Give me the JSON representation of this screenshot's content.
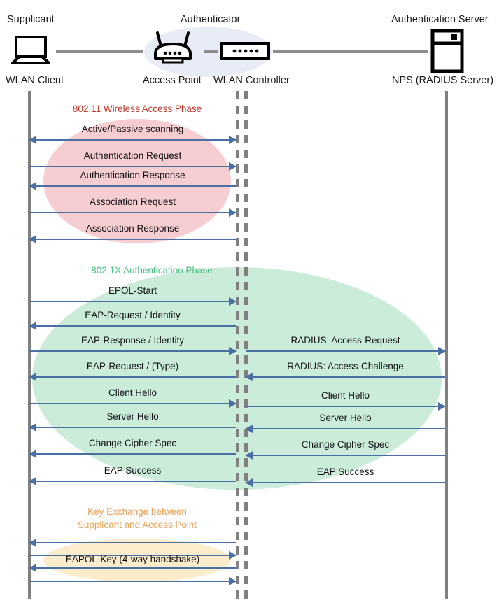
{
  "diagram": {
    "title": "802.1X / WPA2-Enterprise WLAN authentication sequence",
    "colors": {
      "arrow": "#4a6fa5",
      "lifeline": "#808080",
      "phase1_fill": "#f6ced2",
      "phase2_fill": "#caecd9",
      "phase3_fill": "#fbeccb",
      "phase1_label": "#c0392b",
      "phase2_label": "#45c07f",
      "phase3_label": "#e8a255",
      "authenticator_blob": "#e8ecf7"
    }
  },
  "actors": [
    {
      "role": "Supplicant",
      "device": "WLAN Client",
      "icon": "laptop-icon"
    },
    {
      "role": "Authenticator",
      "device": "Access Point",
      "icon": "wireless-router-icon"
    },
    {
      "role": "",
      "device": "WLAN Controller",
      "icon": "wlan-controller-icon"
    },
    {
      "role": "Authentication Server",
      "device": "NPS (RADIUS Server)",
      "icon": "server-tower-icon"
    }
  ],
  "phases": [
    {
      "id": "phase-80211",
      "label": "802.11 Wireless Access Phase",
      "messages": [
        {
          "text": "Active/Passive scanning",
          "dir": "both",
          "side": "left"
        },
        {
          "text": "Authentication Request",
          "dir": "right",
          "side": "left"
        },
        {
          "text": "Authentication Response",
          "dir": "left",
          "side": "left"
        },
        {
          "text": "Association Request",
          "dir": "right",
          "side": "left"
        },
        {
          "text": "Association Response",
          "dir": "left",
          "side": "left"
        }
      ]
    },
    {
      "id": "phase-8021x",
      "label": "802.1X Authentication Phase",
      "messages": [
        {
          "text": "EPOL-Start",
          "dir": "right",
          "side": "left"
        },
        {
          "text": "EAP-Request / Identity",
          "dir": "left",
          "side": "left"
        },
        {
          "text": "EAP-Response / Identity",
          "dir": "right",
          "side": "left"
        },
        {
          "text": "EAP-Request / (Type)",
          "dir": "left",
          "side": "left"
        },
        {
          "text": "Client Hello",
          "dir": "right",
          "side": "left"
        },
        {
          "text": "Server Hello",
          "dir": "left",
          "side": "left"
        },
        {
          "text": "Change Cipher Spec",
          "dir": "left",
          "side": "left"
        },
        {
          "text": "EAP Success",
          "dir": "left",
          "side": "left"
        },
        {
          "text": "RADIUS: Access-Request",
          "dir": "right",
          "side": "right"
        },
        {
          "text": "RADIUS: Access-Challenge",
          "dir": "left",
          "side": "right"
        },
        {
          "text": "Client Hello",
          "dir": "right",
          "side": "right"
        },
        {
          "text": "Server Hello",
          "dir": "left",
          "side": "right"
        },
        {
          "text": "Change Cipher Spec",
          "dir": "left",
          "side": "right"
        },
        {
          "text": "EAP Success",
          "dir": "left",
          "side": "right"
        }
      ]
    },
    {
      "id": "phase-keyexchange",
      "label": "Key Exchange between\nSupplicant and Access Point",
      "messages": [
        {
          "text": "",
          "dir": "left",
          "side": "left"
        },
        {
          "text": "",
          "dir": "right",
          "side": "left"
        },
        {
          "text": "EAPOL-Key (4-way handshake)",
          "dir": "left",
          "side": "left"
        },
        {
          "text": "",
          "dir": "right",
          "side": "left"
        }
      ]
    }
  ],
  "messages_left": {
    "m1": "Active/Passive scanning",
    "m2": "Authentication Request",
    "m3": "Authentication Response",
    "m4": "Association Request",
    "m5": "Association Response",
    "m6": "EPOL-Start",
    "m7": "EAP-Request / Identity",
    "m8": "EAP-Response / Identity",
    "m9": "EAP-Request / (Type)",
    "m10": "Client Hello",
    "m11": "Server Hello",
    "m12": "Change Cipher Spec",
    "m13": "EAP Success",
    "m14": "EAPOL-Key (4-way handshake)"
  },
  "messages_right": {
    "r1": "RADIUS: Access-Request",
    "r2": "RADIUS: Access-Challenge",
    "r3": "Client Hello",
    "r4": "Server Hello",
    "r5": "Change Cipher Spec",
    "r6": "EAP Success"
  },
  "labels": {
    "supplicant": "Supplicant",
    "authenticator": "Authenticator",
    "auth_server": "Authentication Server",
    "wlan_client": "WLAN Client",
    "access_point": "Access Point",
    "wlan_controller": "WLAN Controller",
    "nps": "NPS (RADIUS Server)",
    "phase1": "802.11 Wireless Access Phase",
    "phase2": "802.1X Authentication Phase",
    "phase3_line1": "Key Exchange between",
    "phase3_line2": "Supplicant and Access Point"
  }
}
